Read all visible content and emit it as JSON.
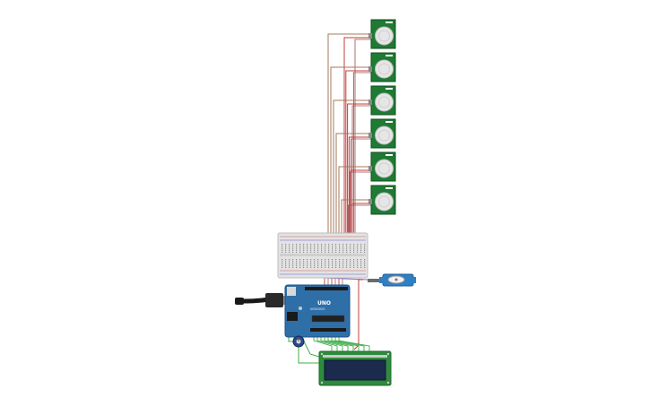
{
  "circuit": {
    "pir_sensor_count": 6,
    "pir_sensor_label": "",
    "arduino_label": "UNO",
    "arduino_brand": "ARDUINO",
    "lcd_rows": 2,
    "lcd_cols": 16,
    "colors": {
      "pir_board": "#1f7a34",
      "pir_dome": "#e6e6e6",
      "breadboard": "#e3e3e3",
      "arduino_board": "#2f6fa8",
      "lcd_board": "#2e8b3d",
      "lcd_screen": "#1c2a4e",
      "servo_body": "#2f7fc4",
      "wire_red": "#c43c3c",
      "wire_brown": "#a4785a",
      "wire_green": "#3fae4a",
      "wire_purple": "#8a6ac0",
      "usb_cable": "#1a1a1a",
      "potentiometer": "#2a4a8a"
    }
  }
}
